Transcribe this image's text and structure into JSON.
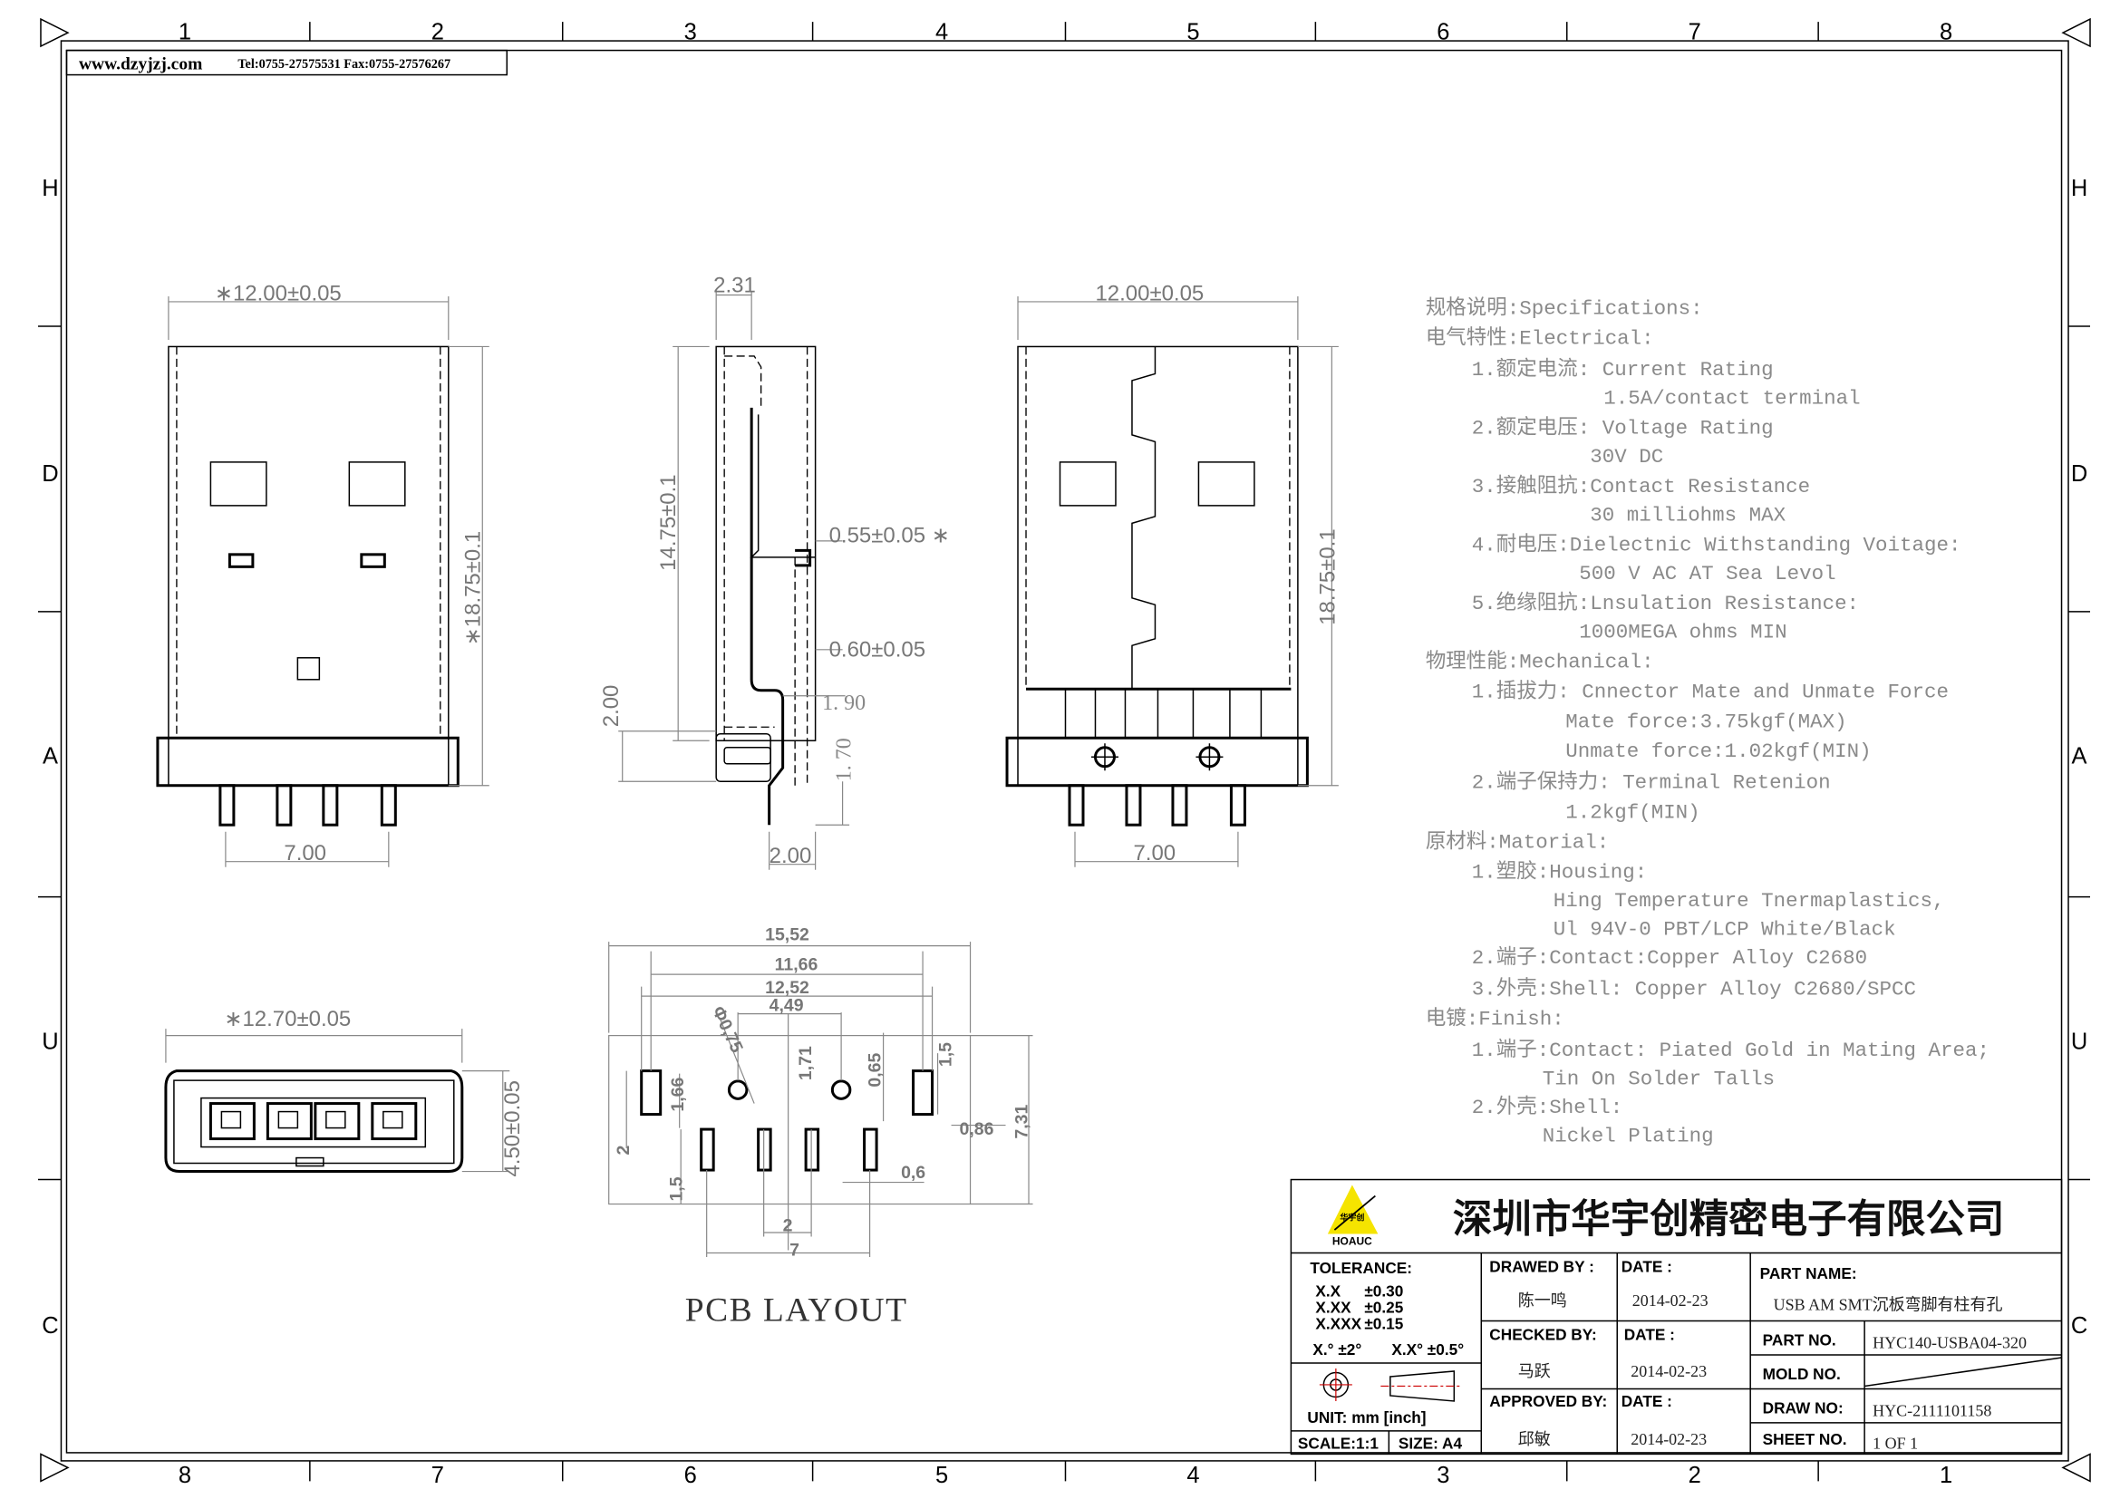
{
  "header": {
    "website": "www.dzyjzj.com",
    "contact": "Tel:0755-27575531  Fax:0755-27576267"
  },
  "border": {
    "top_numbers": [
      "1",
      "2",
      "3",
      "4",
      "5",
      "6",
      "7",
      "8"
    ],
    "bottom_numbers": [
      "8",
      "7",
      "6",
      "5",
      "4",
      "3",
      "2",
      "1"
    ],
    "side_letters": [
      "H",
      "D",
      "A",
      "U",
      "C"
    ]
  },
  "front_view": {
    "width_dim": "∗12.00±0.05",
    "height_dim": "∗18.75±0.1",
    "pitch_dim": "7.00"
  },
  "side_view": {
    "top_dim": "2.31",
    "body_dim": "14.75±0.1",
    "dim_055": "0.55±0.05 ∗",
    "dim_060": "0.60±0.05",
    "dim_190": "1. 90",
    "dim_170": "1. 70",
    "dim_200_left": "2.00",
    "dim_200_bottom": "2.00"
  },
  "rear_view": {
    "width_dim": "12.00±0.05",
    "height_dim": "18.75±0.1",
    "pitch_dim": "7.00"
  },
  "end_view": {
    "width_dim": "∗12.70±0.05",
    "height_dim": "4.50±0.05"
  },
  "pcb_layout": {
    "title": "PCB LAYOUT",
    "dims": {
      "overall": "15,52",
      "d1166": "11,66",
      "d1252": "12,52",
      "d449": "4,49",
      "hole": "Φ0,75",
      "d171": "1,71",
      "d065": "0,65",
      "d15_top": "1,5",
      "d086": "0,86",
      "d731": "7,31",
      "d06": "0,6",
      "d2_bottom": "2",
      "d7": "7",
      "d166": "1,66",
      "d2_left": "2",
      "d15_left": "1,5"
    }
  },
  "specifications": [
    "规格说明:Specifications:",
    "电气特性:Electrical:",
    "1.额定电流: Current Rating",
    "1.5A/contact terminal",
    "2.额定电压: Voltage Rating",
    "30V DC",
    "3.接触阻抗:Contact Resistance",
    "30 milliohms MAX",
    "4.耐电压:Dielectnic Withstanding Voitage:",
    "500 V AC AT Sea Levol",
    "5.绝缘阻抗:Lnsulation Resistance:",
    "1000MEGA ohms MIN",
    "物理性能:Mechanical:",
    "1.插拔力: Cnnector Mate and Unmate Force",
    "Mate force:3.75kgf(MAX)",
    "Unmate force:1.02kgf(MIN)",
    "2.端子保持力: Terminal Retenion",
    "1.2kgf(MIN)",
    "原材料:Matorial:",
    "1.塑胶:Housing:",
    "Hing Temperature  Tnermaplastics,",
    "Ul 94V-0  PBT/LCP White/Black",
    "2.端子:Contact:Copper Alloy C2680",
    "3.外壳:Shell: Copper Alloy C2680/SPCC",
    "电镀:Finish:",
    "1.端子:Contact: Piated Gold in Mating Area;",
    "Tin On Solder Talls",
    "2.外壳:Shell:",
    "Nickel Plating"
  ],
  "title_block": {
    "logo_text": "HOAUC",
    "logo_cn": "华宇创",
    "company": "深圳市华宇创精密电子有限公司",
    "tolerance_label": "TOLERANCE:",
    "tol_xx": "X.X",
    "tol_xx_val": "±0.30",
    "tol_xxx": "X.XX",
    "tol_xxx_val": "±0.25",
    "tol_xxxx": "X.XXX",
    "tol_xxxx_val": "±0.15",
    "tol_angle1": "X.°  ±2°",
    "tol_angle2": "X.X°  ±0.5°",
    "unit": "UNIT:  mm  [inch]",
    "scale": "SCALE:1:1",
    "size": "SIZE:  A4",
    "drawed_by_label": "DRAWED BY :",
    "drawed_by": "陈一鸣",
    "checked_by_label": "CHECKED BY:",
    "checked_by": "马跃",
    "approved_by_label": "APPROVED BY:",
    "approved_by": "邱敏",
    "date_label": "DATE :",
    "date_drawed": "2014-02-23",
    "date_checked": "2014-02-23",
    "date_approved": "2014-02-23",
    "part_name_label": "PART NAME:",
    "part_name": "USB AM SMT沉板弯脚有柱有孔",
    "part_no_label": "PART NO.",
    "part_no": "HYC140-USBA04-320",
    "mold_no_label": "MOLD NO.",
    "draw_no_label": "DRAW NO:",
    "draw_no": "HYC-2111101158",
    "sheet_no_label": "SHEET NO.",
    "sheet_no": "1 OF 1",
    "logo_color": "#f5e400",
    "symbol_color": "#cc0000"
  }
}
